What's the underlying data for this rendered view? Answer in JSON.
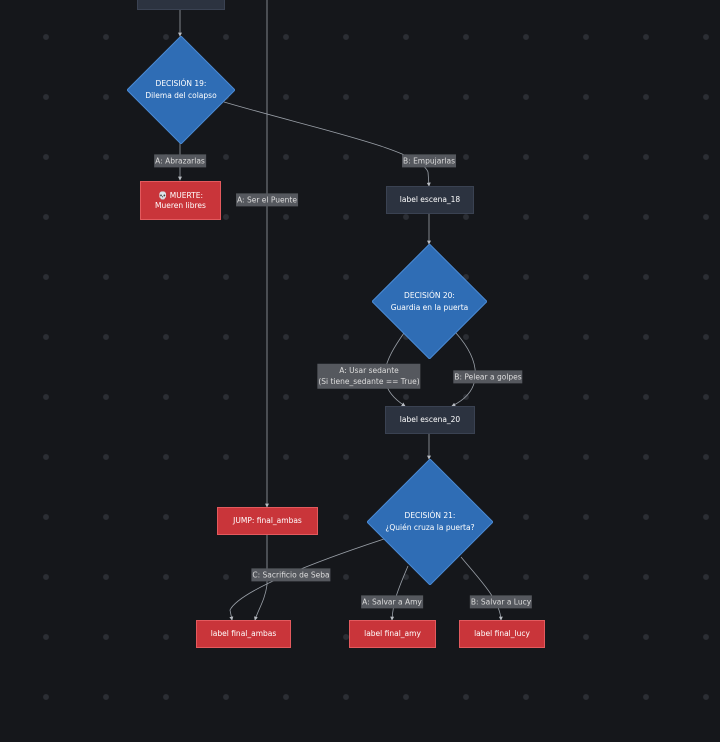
{
  "decisions": {
    "d19": {
      "title": "DECISIÓN 19:",
      "subtitle": "Dilema del colapso"
    },
    "d20": {
      "title": "DECISIÓN 20:",
      "subtitle": "Guardia en la puerta"
    },
    "d21": {
      "title": "DECISIÓN 21:",
      "subtitle": "¿Quién cruza la puerta?"
    }
  },
  "nodes": {
    "muerte_line1": "💀 MUERTE:",
    "muerte_line2": "Mueren libres",
    "escena_18": "label escena_18",
    "escena_20": "label escena_20",
    "jump_final_ambas": "JUMP: final_ambas",
    "final_ambas": "label final_ambas",
    "final_amy": "label final_amy",
    "final_lucy": "label final_lucy"
  },
  "edge_labels": {
    "abrazarlas": "A: Abrazarlas",
    "empujarlas": "B: Empujarlas",
    "ser_puente": "A: Ser el Puente",
    "usar_sedante_line1": "A: Usar sedante",
    "usar_sedante_line2": "(Si tiene_sedante == True)",
    "pelear": "B: Pelear a golpes",
    "sacrificio": "C: Sacrificio de Seba",
    "salvar_amy": "A: Salvar a Amy",
    "salvar_lucy": "B: Salvar a Lucy"
  },
  "colors": {
    "background": "#15171b",
    "decision_fill": "#2f6db5",
    "decision_stroke": "#4a8ad4",
    "terminal_fill": "#c9353a",
    "scene_fill": "#2c3340",
    "edge": "#9aa0a8"
  }
}
